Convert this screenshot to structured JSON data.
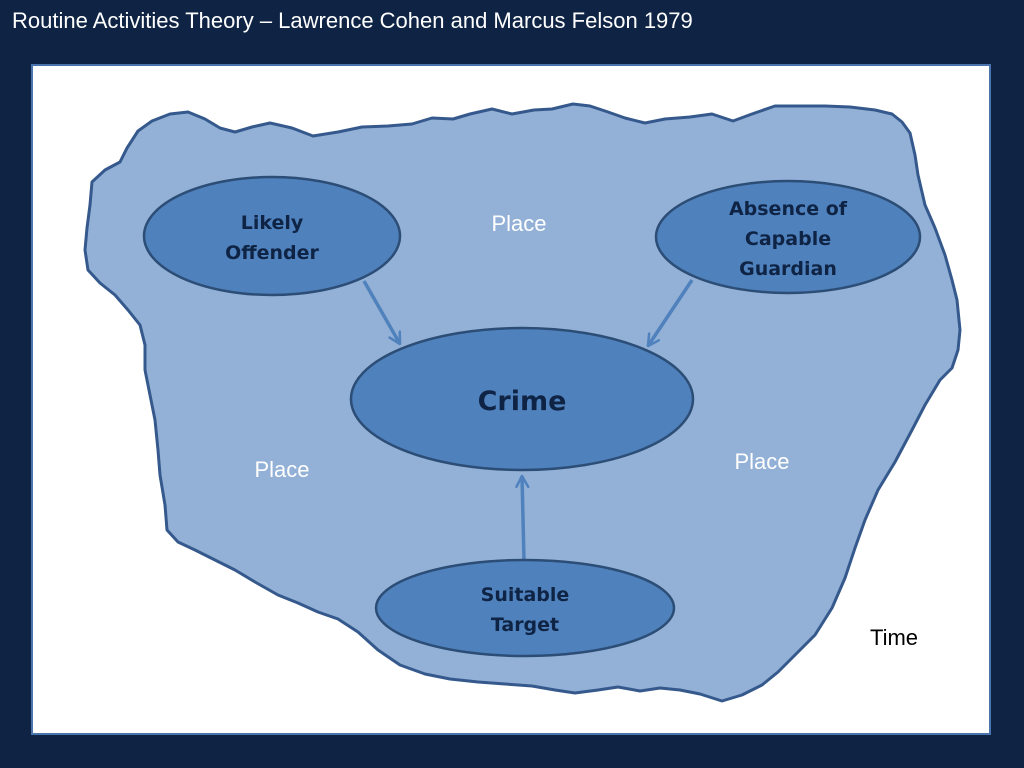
{
  "title": "Routine Activities Theory – Lawrence Cohen and Marcus Felson 1979",
  "colors": {
    "background": "#0f2444",
    "region_fill": "#93b1d6",
    "region_stroke": "#35598c",
    "node_fill": "#4f81bd",
    "node_stroke": "#2c4d75",
    "arrow": "#4f81bd"
  },
  "nodes": {
    "offender": {
      "line1": "Likely",
      "line2": "Offender"
    },
    "guardian": {
      "line1": "Absence of",
      "line2": "Capable",
      "line3": "Guardian"
    },
    "crime": {
      "label": "Crime"
    },
    "target": {
      "line1": "Suitable",
      "line2": "Target"
    }
  },
  "labels": {
    "place_top": "Place",
    "place_left": "Place",
    "place_right": "Place",
    "time": "Time"
  }
}
